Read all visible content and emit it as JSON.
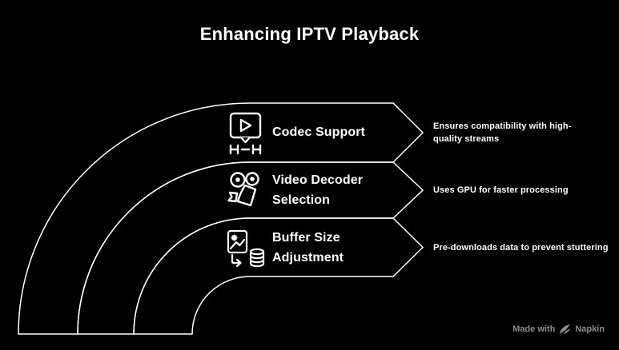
{
  "title": "Enhancing IPTV Playback",
  "steps": [
    {
      "label": "Codec Support",
      "description": "Ensures compatibility with high-quality streams",
      "icon": "video-player-timeline-icon"
    },
    {
      "label": "Video Decoder Selection",
      "description": "Uses GPU for faster processing",
      "icon": "movie-camera-icon"
    },
    {
      "label": "Buffer Size Adjustment",
      "description": "Pre-downloads data to prevent stuttering",
      "icon": "file-to-database-icon"
    }
  ],
  "footer": {
    "made_with": "Made with",
    "brand": "Napkin"
  },
  "colors": {
    "background": "#000000",
    "stroke": "#ffffff",
    "text": "#ffffff",
    "footer_text": "#8e8e8e"
  }
}
